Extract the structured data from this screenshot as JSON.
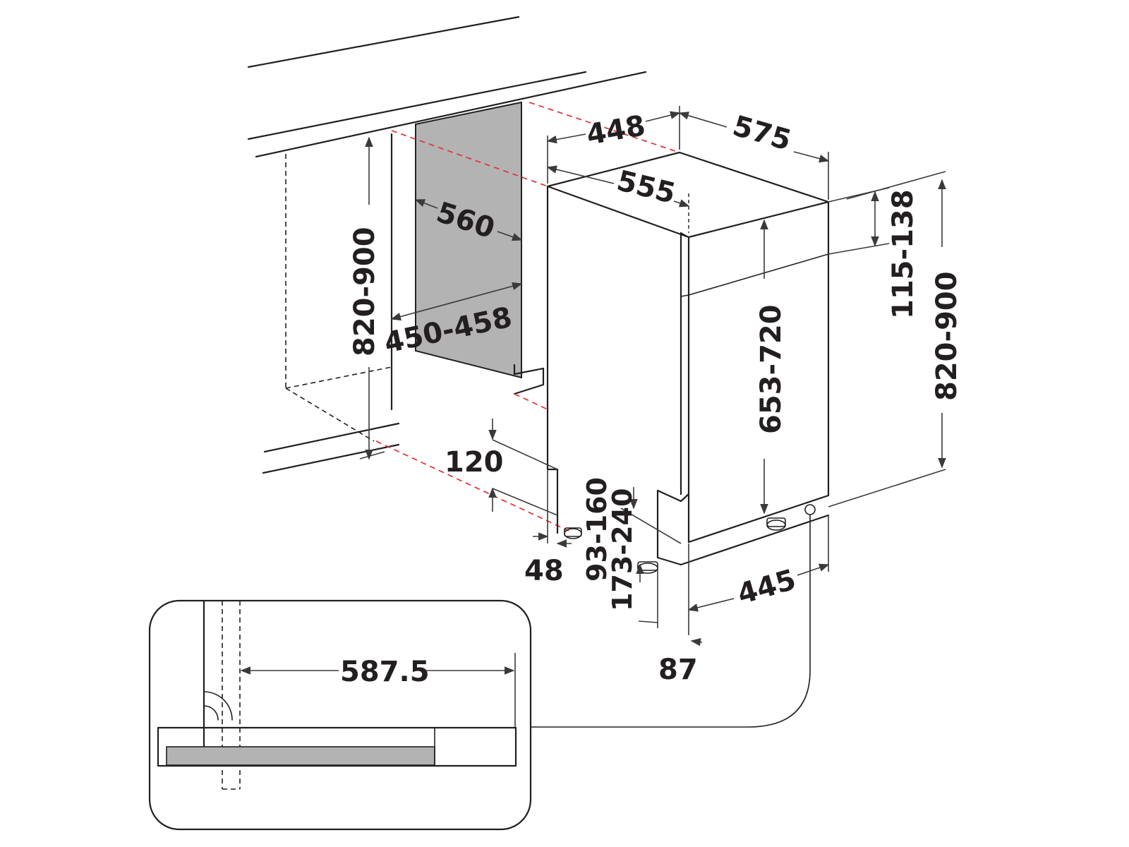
{
  "colors": {
    "line": "#231f20",
    "panel": "#b3b3b3",
    "hidden_edge": "#e03a3a"
  },
  "labels": {
    "cavity_height": "820-900",
    "cavity_depth": "560",
    "cavity_width": "450-458",
    "top_width": "448",
    "top_depth_right": "575",
    "top_depth": "555",
    "panel_height": "115-138",
    "total_height": "820-900",
    "door_height": "653-720",
    "plinth_depth": "120",
    "plinth_offset": "48",
    "foot_range_a": "93-160",
    "foot_range_b": "173-240",
    "base_width": "445",
    "door_offset": "87",
    "detail_depth": "587.5"
  }
}
